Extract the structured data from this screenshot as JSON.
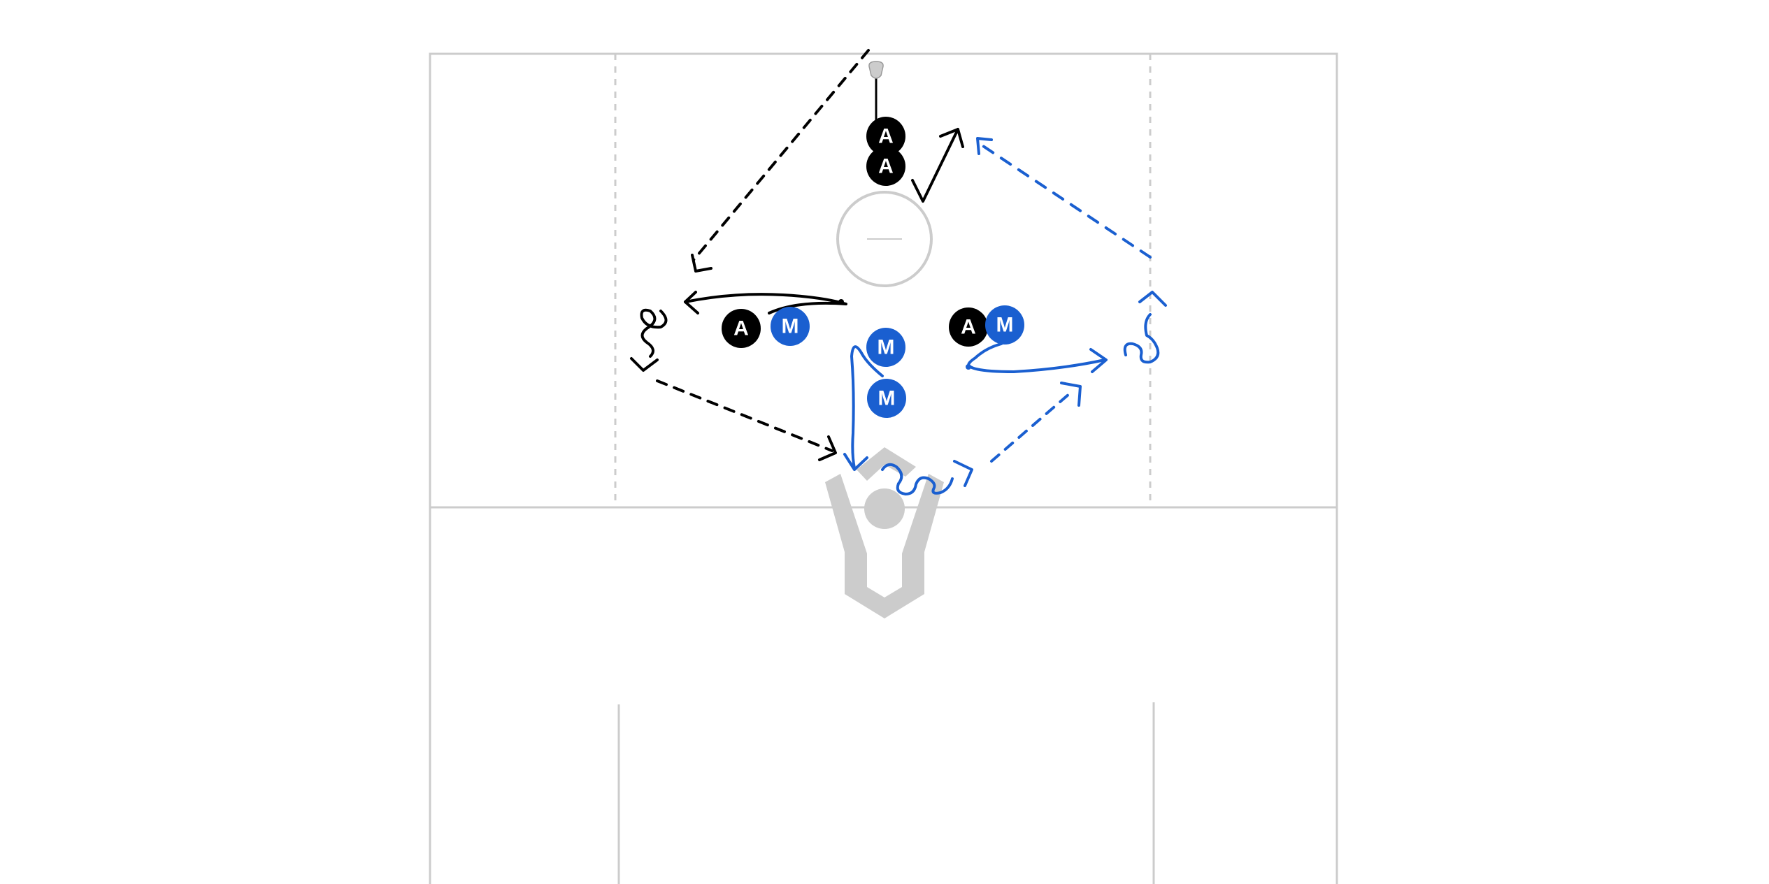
{
  "colors": {
    "field_lines": "#cccccc",
    "attack": "#000000",
    "midfield": "#1a5fd0",
    "player_text": "#ffffff",
    "background": "#ffffff"
  },
  "players": {
    "attack_1": {
      "label": "A",
      "team": "attack",
      "icon": "player-attack-icon"
    },
    "attack_2": {
      "label": "A",
      "team": "attack",
      "icon": "player-attack-icon"
    },
    "attack_3": {
      "label": "A",
      "team": "attack",
      "icon": "player-attack-icon"
    },
    "attack_4": {
      "label": "A",
      "team": "attack",
      "icon": "player-attack-icon"
    },
    "mid_1": {
      "label": "M",
      "team": "midfield",
      "icon": "player-midfield-icon"
    },
    "mid_2": {
      "label": "M",
      "team": "midfield",
      "icon": "player-midfield-icon"
    },
    "mid_3": {
      "label": "M",
      "team": "midfield",
      "icon": "player-midfield-icon"
    },
    "mid_4": {
      "label": "M",
      "team": "midfield",
      "icon": "player-midfield-icon"
    }
  },
  "icons": {
    "stick": "lacrosse-stick-icon",
    "goal": "goal-icon",
    "crease": "crease-circle-icon"
  }
}
